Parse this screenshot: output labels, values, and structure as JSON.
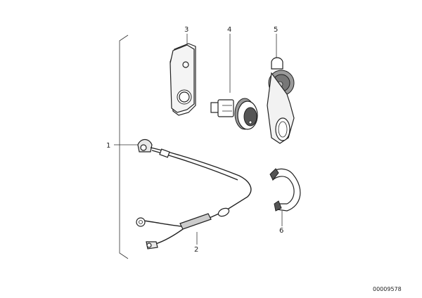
{
  "callouts": {
    "c1": "1",
    "c2": "2",
    "c3": "3",
    "c4": "4",
    "c5": "5",
    "c6": "6"
  },
  "diagram_id": "00009578"
}
